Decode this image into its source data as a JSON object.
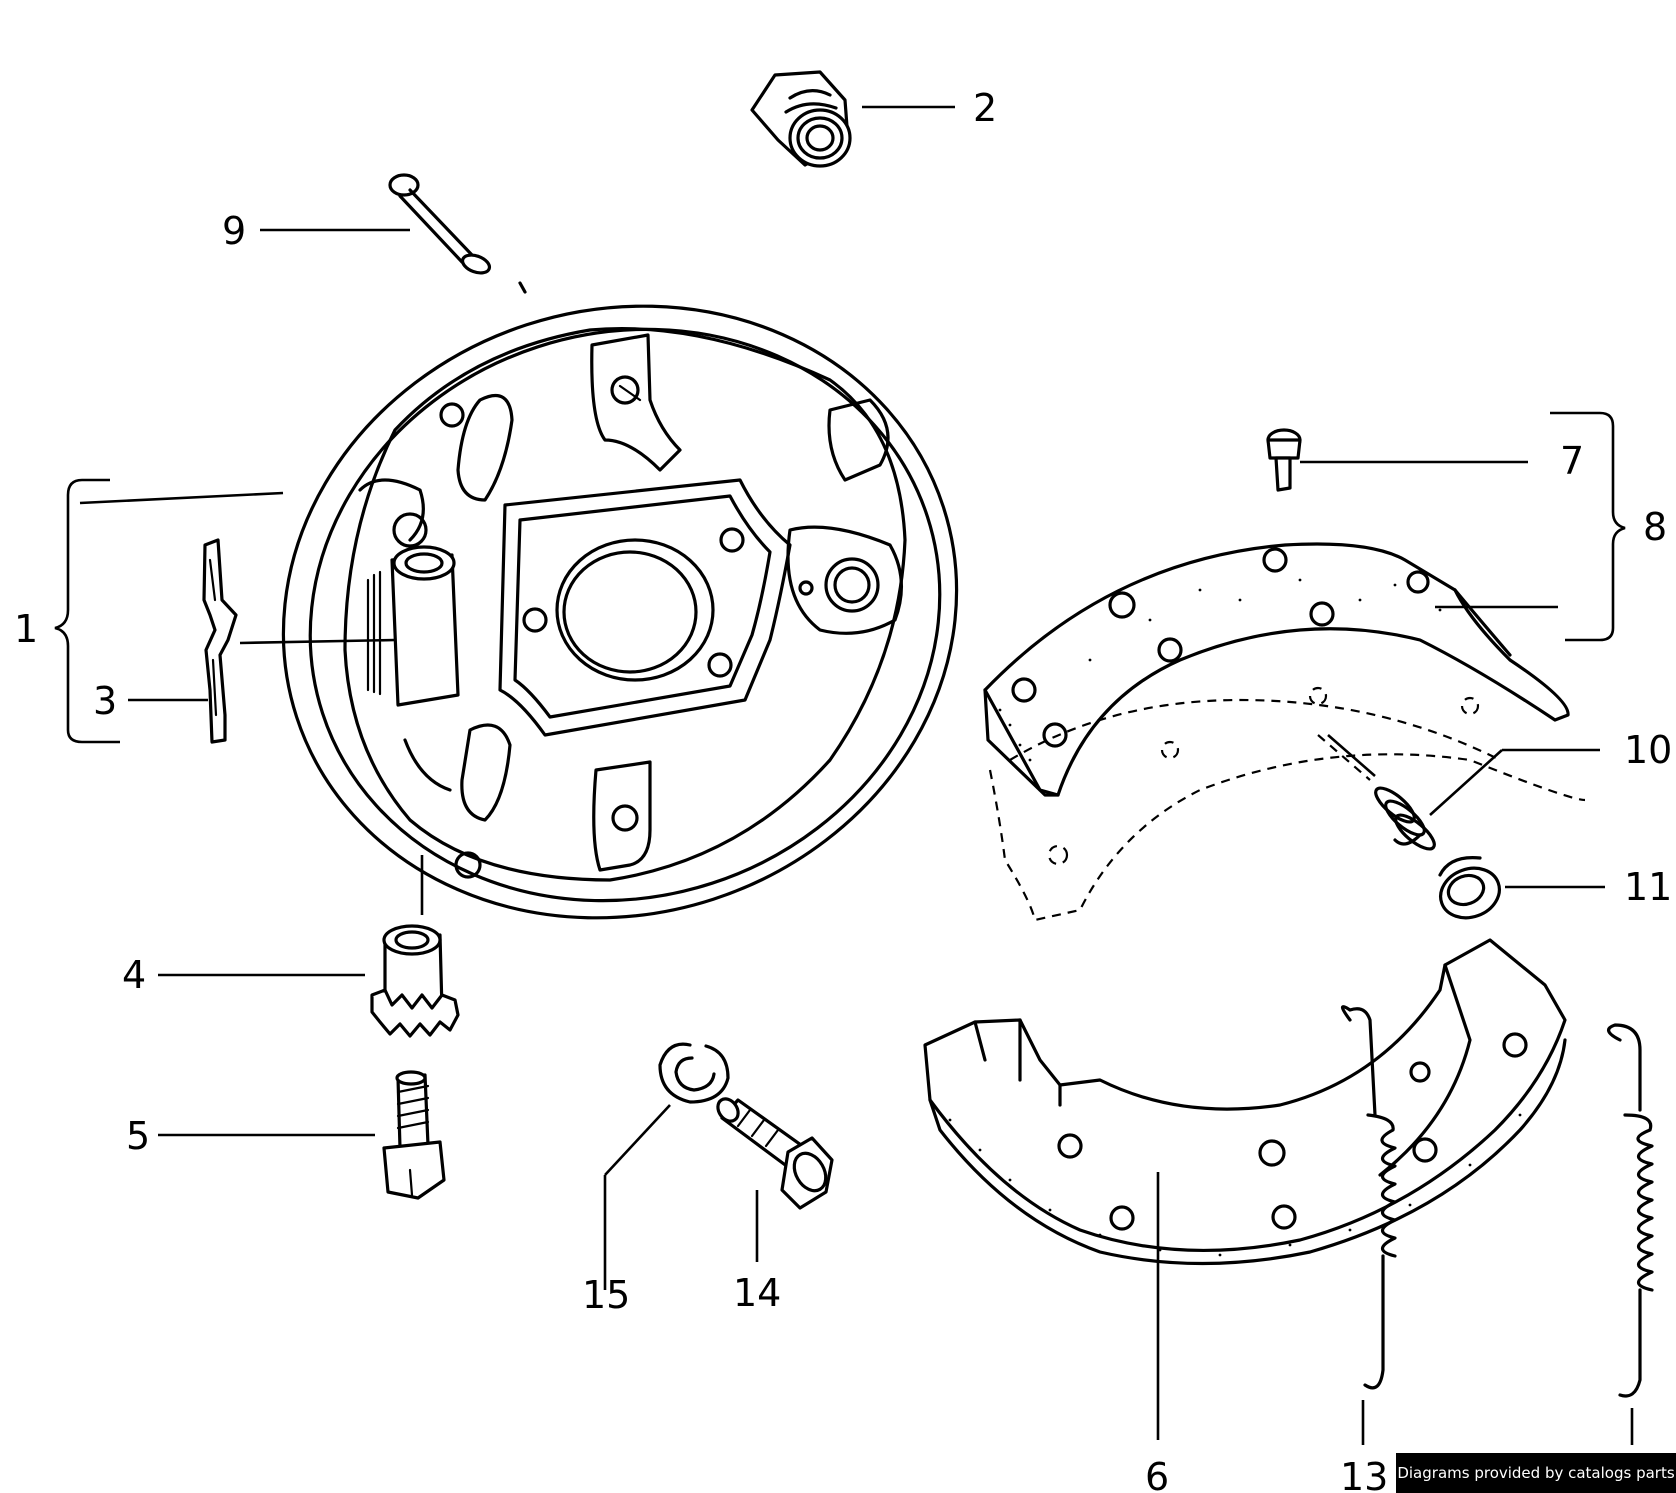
{
  "diagram": {
    "callouts": {
      "c1": "1",
      "c2": "2",
      "c3": "3",
      "c4": "4",
      "c5": "5",
      "c6": "6",
      "c7": "7",
      "c8": "8",
      "c9": "9",
      "c10": "10",
      "c11": "11",
      "c13": "13",
      "c14": "14",
      "c15": "15"
    },
    "parts": {
      "backing_plate": "backing-plate",
      "grommet": "grommet",
      "clip": "retaining-clip",
      "adjuster_wheel": "adjuster-wheel",
      "adjuster_bolt": "adjuster-bolt",
      "brake_shoe_lower": "brake-shoe",
      "rivet": "rivet",
      "shoe_with_lining": "shoe-with-lining",
      "hold_down_pin": "hold-down-pin",
      "hold_down_spring": "hold-down-spring",
      "spring_cup": "spring-cup",
      "return_spring": "return-spring",
      "bolt": "hex-bolt",
      "lock_washer": "lock-washer"
    }
  },
  "footer": {
    "credit": "Diagrams provided by catalogs parts"
  }
}
